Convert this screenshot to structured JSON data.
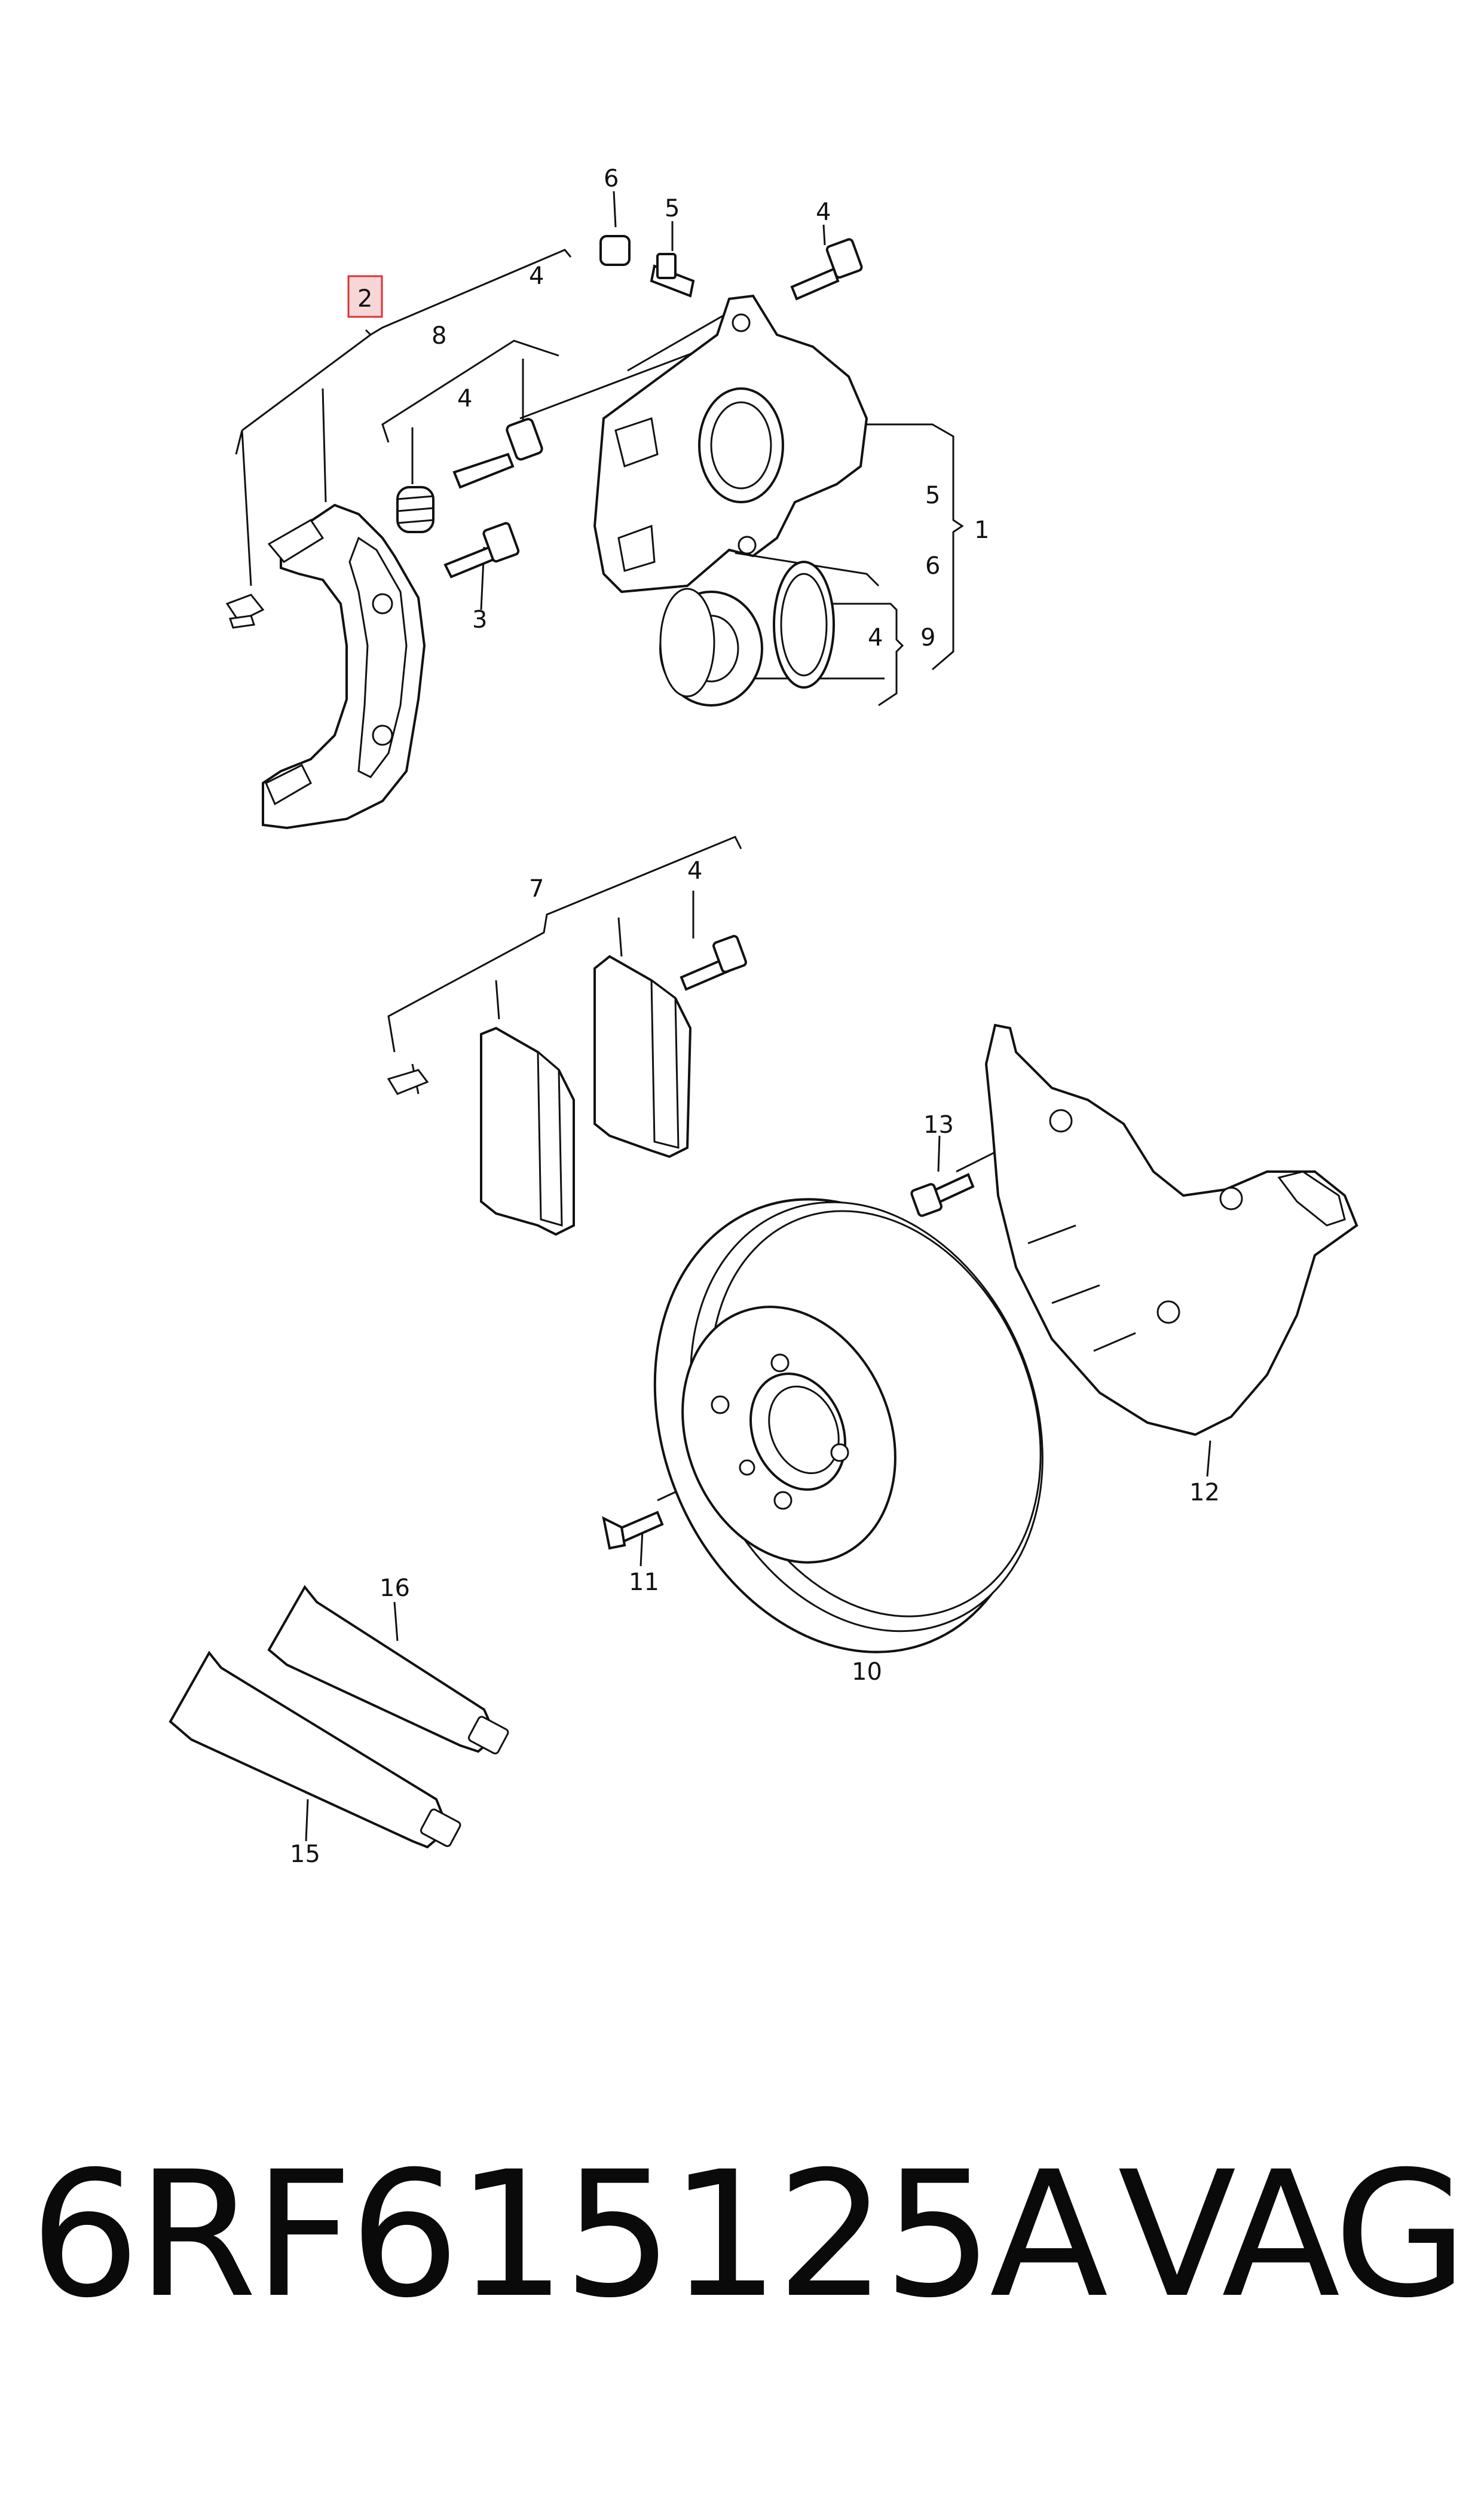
{
  "diagram": {
    "labels": {
      "l2": "2",
      "l4a": "4",
      "l8": "8",
      "l4b": "4",
      "l3": "3",
      "l6top": "6",
      "l5top": "5",
      "l4top": "4",
      "l5r": "5",
      "l6r": "6",
      "l1": "1",
      "l4r": "4",
      "l9": "9",
      "l7": "7",
      "l4pad": "4",
      "l13": "13",
      "l12": "12",
      "l11": "11",
      "l10": "10",
      "l16": "16",
      "l15": "15"
    }
  },
  "caption": {
    "part_number": "6RF615125A",
    "brand": "VAG"
  }
}
